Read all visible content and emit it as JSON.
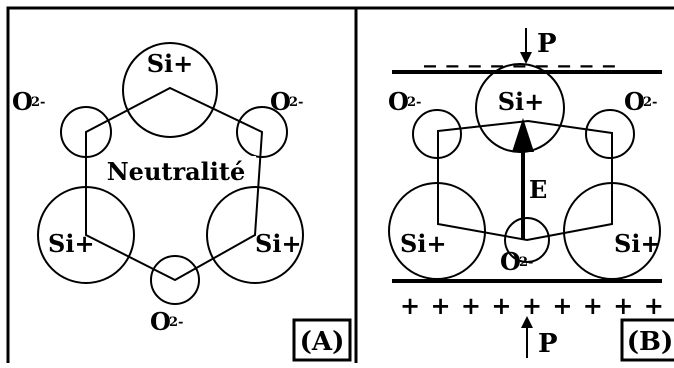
{
  "panel_a": {
    "label": "(A)",
    "center_text": "Neutralité",
    "ions": {
      "si_top": "Si+",
      "si_left": "Si+",
      "si_right": "Si+",
      "o_left": "O",
      "o_right": "O",
      "o_bottom": "O",
      "o_sub": "2-"
    }
  },
  "panel_b": {
    "label": "(B)",
    "pressure_top": "P",
    "pressure_bottom": "P",
    "field_label": "E",
    "top_charges": "_ _ _ _ _ _ _ _ _",
    "bottom_charges": "+ + + + + + + + + + +",
    "ions": {
      "si_top": "Si+",
      "si_left": "Si+",
      "si_right": "Si+",
      "o_left": "O",
      "o_right": "O",
      "o_center": "O",
      "o_sub": "2-"
    }
  },
  "colors": {
    "line": "#000000",
    "background": "#ffffff"
  }
}
